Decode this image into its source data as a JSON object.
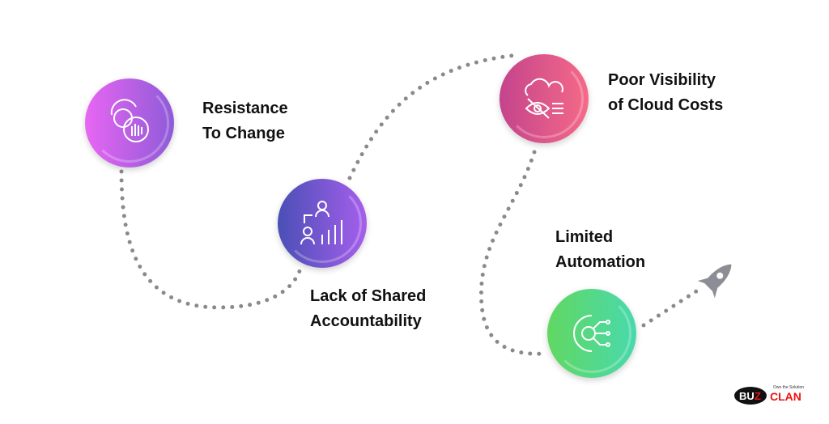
{
  "steps": [
    {
      "label_line1": "Resistance",
      "label_line2": "To Change",
      "icon": "gear-hand-icon",
      "colors": [
        "#e866f2",
        "#8e5bd8"
      ]
    },
    {
      "label_line1": "Lack of Shared",
      "label_line2": "Accountability",
      "icon": "people-chart-icon",
      "colors": [
        "#4a4fb6",
        "#a65fec"
      ]
    },
    {
      "label_line1": "Poor Visibility",
      "label_line2": "of Cloud Costs",
      "icon": "cloud-eye-off-icon",
      "colors": [
        "#c4448c",
        "#f56a88"
      ]
    },
    {
      "label_line1": "Limited",
      "label_line2": "Automation",
      "icon": "gear-circuit-icon",
      "colors": [
        "#62d862",
        "#48d9ac"
      ]
    }
  ],
  "logo": {
    "text": "BUZZ CLAN",
    "tagline": "Own the Solution"
  }
}
